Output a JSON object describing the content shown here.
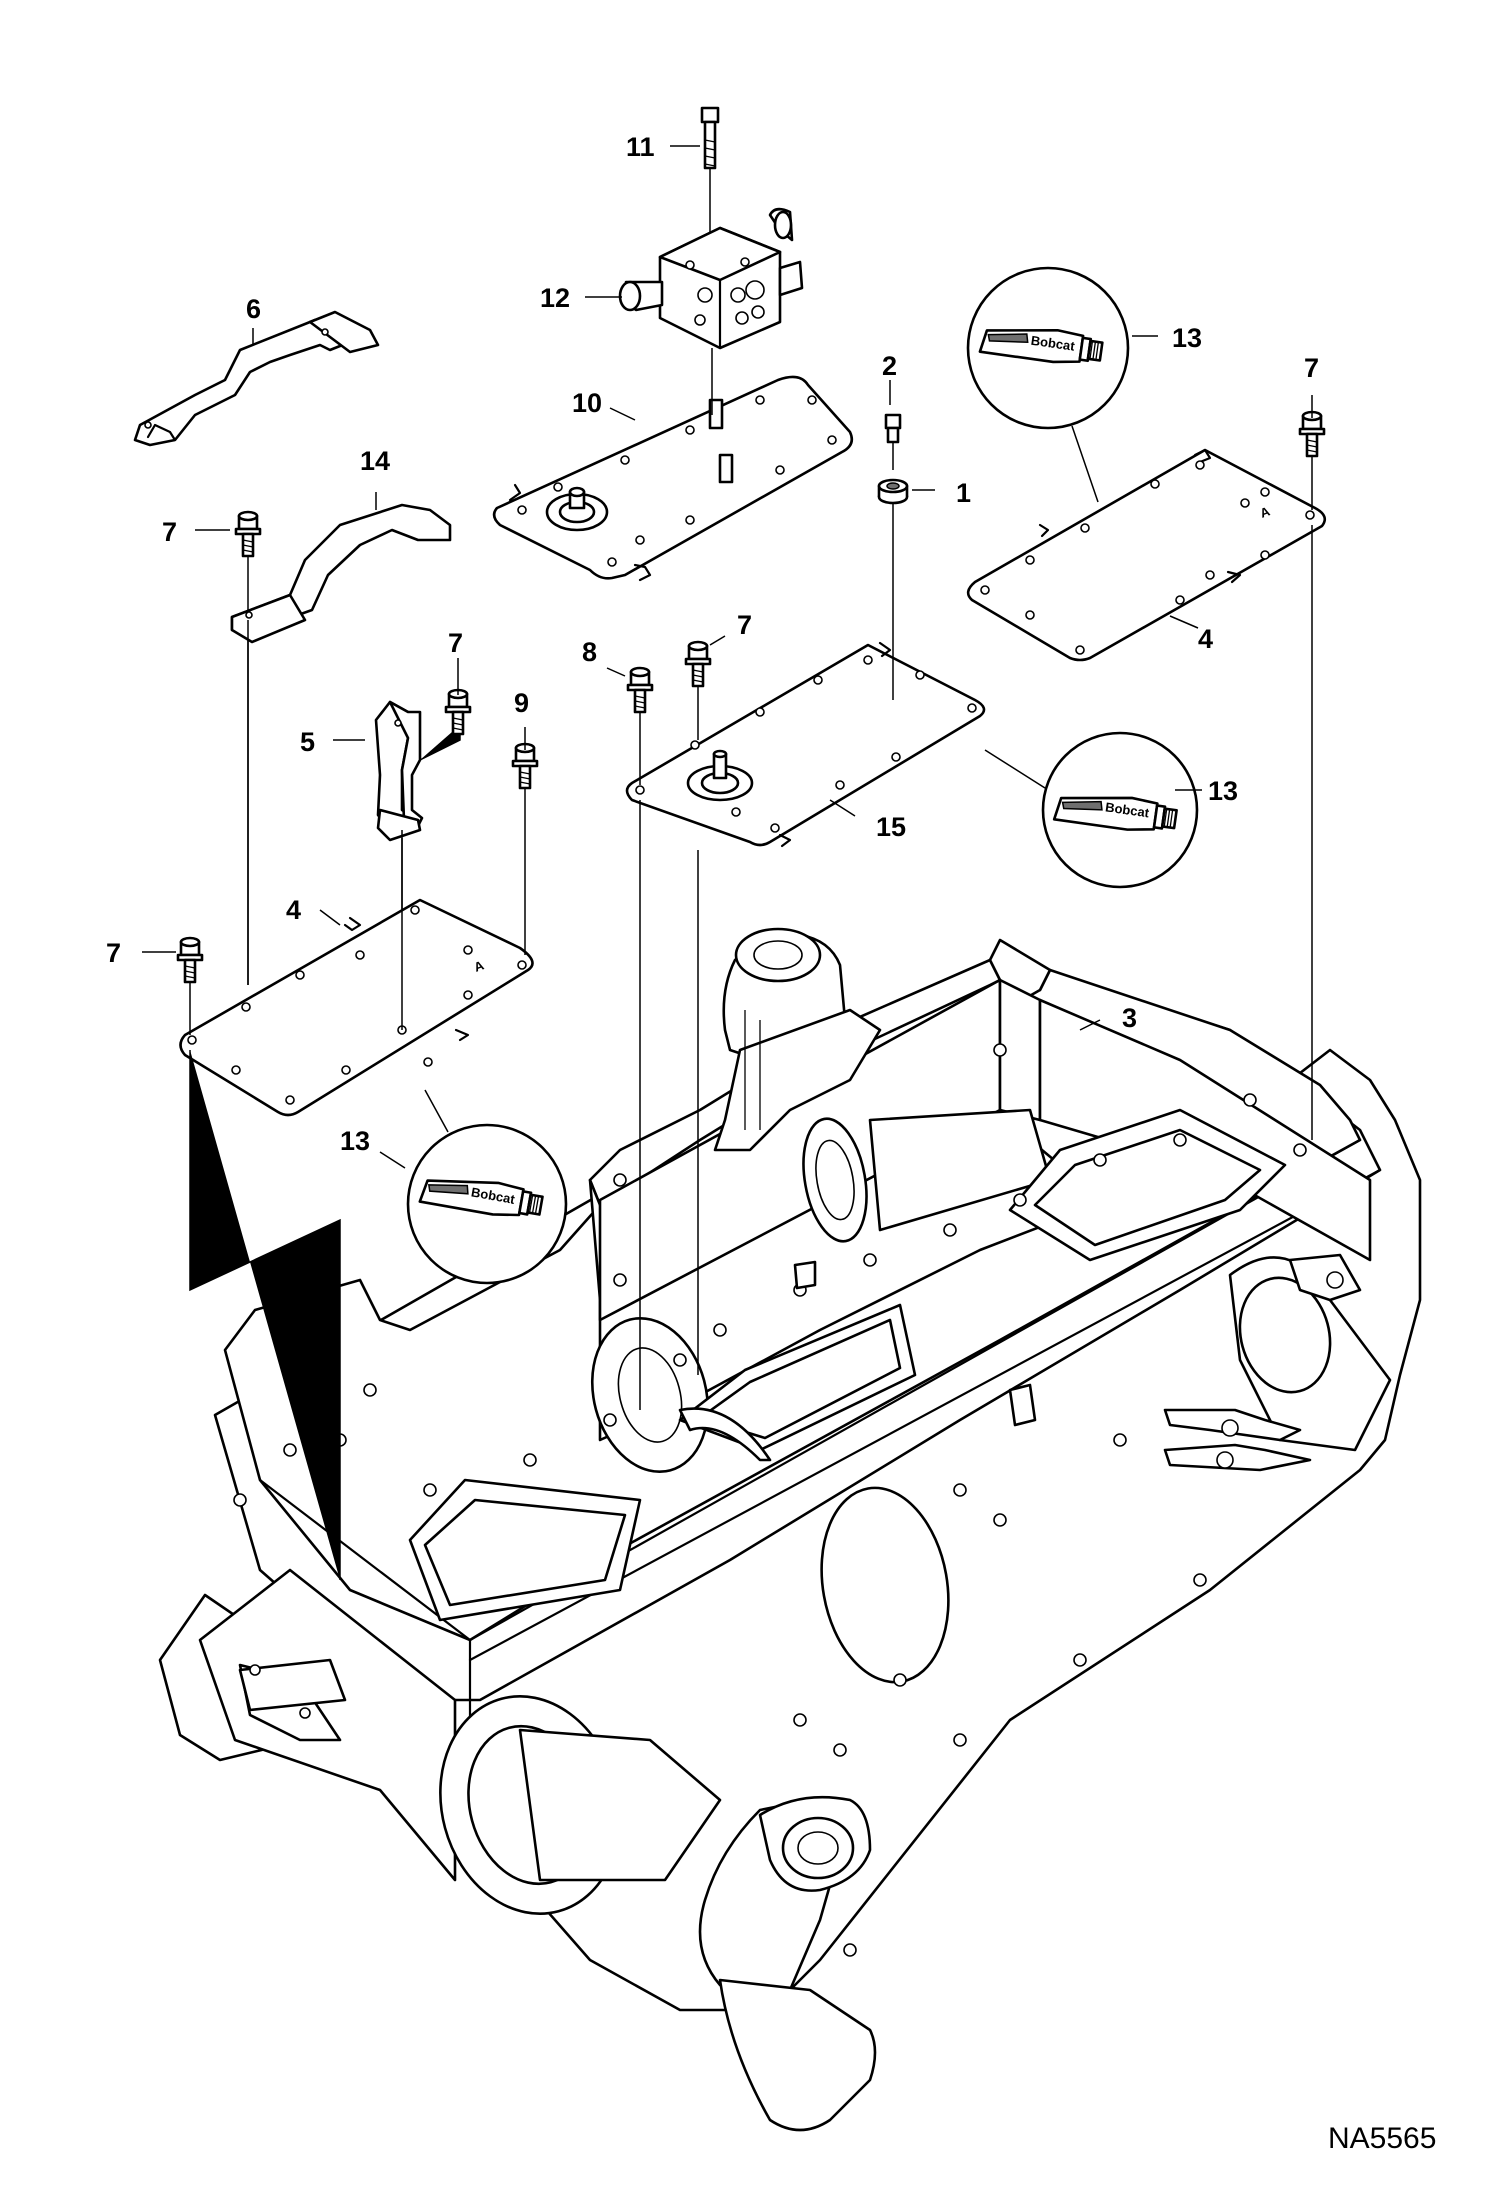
{
  "drawing_ref": "NA5565",
  "callouts": [
    {
      "id": "c11",
      "number": "11"
    },
    {
      "id": "c12",
      "number": "12"
    },
    {
      "id": "c10",
      "number": "10"
    },
    {
      "id": "c6",
      "number": "6"
    },
    {
      "id": "c14",
      "number": "14"
    },
    {
      "id": "c7a",
      "number": "7"
    },
    {
      "id": "c2",
      "number": "2"
    },
    {
      "id": "c1",
      "number": "1"
    },
    {
      "id": "c13a",
      "number": "13"
    },
    {
      "id": "c7b",
      "number": "7"
    },
    {
      "id": "c4a",
      "number": "4"
    },
    {
      "id": "c8",
      "number": "8"
    },
    {
      "id": "c7c",
      "number": "7"
    },
    {
      "id": "c7d",
      "number": "7"
    },
    {
      "id": "c5",
      "number": "5"
    },
    {
      "id": "c9",
      "number": "9"
    },
    {
      "id": "c13b",
      "number": "13"
    },
    {
      "id": "c15",
      "number": "15"
    },
    {
      "id": "c4b",
      "number": "4"
    },
    {
      "id": "c7e",
      "number": "7"
    },
    {
      "id": "c3",
      "number": "3"
    },
    {
      "id": "c13c",
      "number": "13"
    }
  ],
  "tube_label": "Bobcat",
  "icons": [
    "grease-tube-icon",
    "bolt-icon",
    "washer-icon",
    "valve-block-icon"
  ]
}
